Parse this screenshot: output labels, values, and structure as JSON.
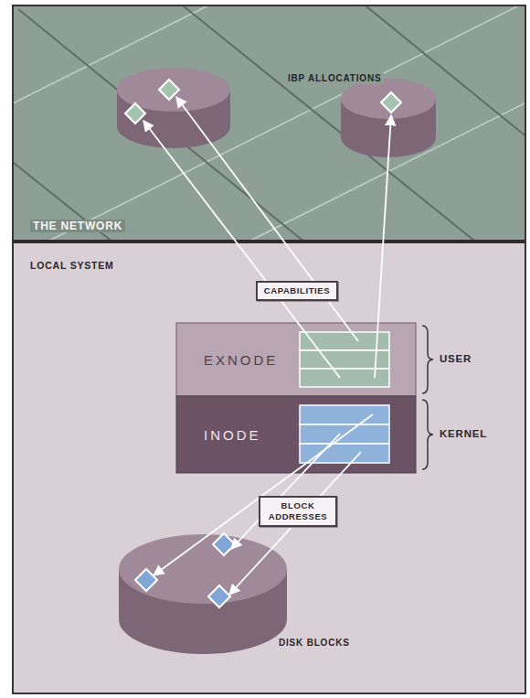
{
  "diagram": {
    "nodes": [
      {
        "text": [
          "CAPABILITIES"
        ]
      },
      {
        "text": [
          "EXNODE"
        ]
      },
      {
        "text": [
          "INODE"
        ]
      },
      {
        "text": [
          "BLOCK ADDRESSES"
        ]
      }
    ],
    "labels": [
      "IBP ALLOCATIONS",
      "THE NETWORK",
      "LOCAL SYSTEM",
      "USER",
      "KERNEL",
      "DISK BLOCKS"
    ]
  }
}
